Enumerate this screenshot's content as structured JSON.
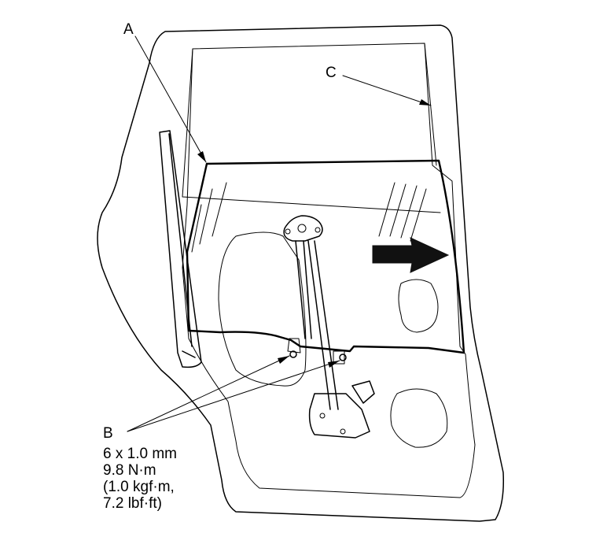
{
  "callouts": {
    "a": "A",
    "b": "B",
    "c": "C"
  },
  "bolt_spec": {
    "size": "6 x 1.0 mm",
    "torque_nm": "9.8 N·m",
    "torque_kgfm": "(1.0 kgf·m,",
    "torque_lbfft": "7.2 lbf·ft)"
  },
  "colors": {
    "line": "#000000",
    "background": "#ffffff",
    "arrow": "#111111"
  }
}
